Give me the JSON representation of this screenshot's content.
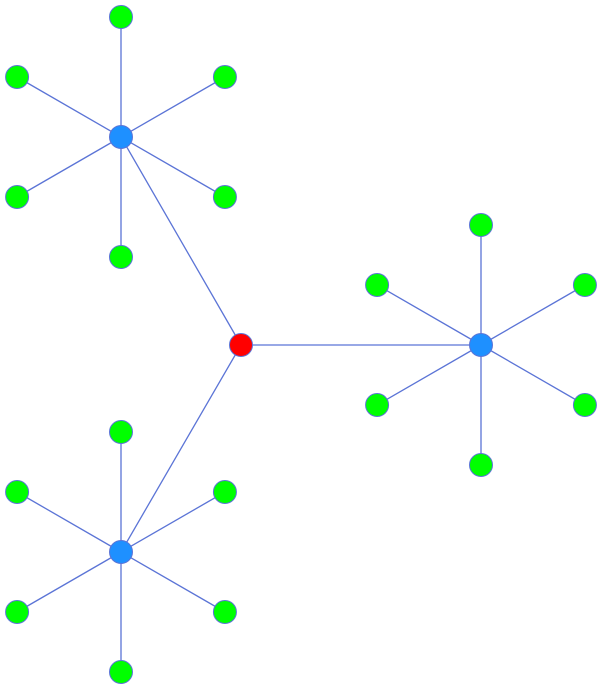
{
  "diagram": {
    "type": "network-graph",
    "colors": {
      "edge": "#5b74d6",
      "node_stroke": "#5b74d6",
      "root": "#ff0000",
      "hub": "#1e90ff",
      "leaf": "#00ff00"
    },
    "root": {
      "id": "root"
    },
    "hubs": [
      {
        "id": "hub-1",
        "leaves": 6
      },
      {
        "id": "hub-2",
        "leaves": 6
      },
      {
        "id": "hub-3",
        "leaves": 6
      }
    ]
  }
}
